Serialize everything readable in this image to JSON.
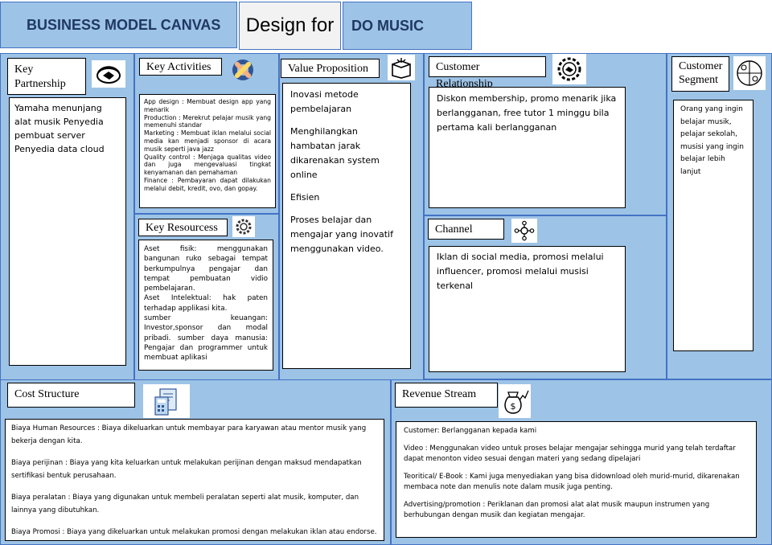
{
  "header": {
    "title": "BUSINESS MODEL CANVAS",
    "design_for": "Design for",
    "brand": "DO MUSIC"
  },
  "key_partnership": {
    "title": "Key Partnership",
    "body": "Yamaha menunjang alat musik Penyedia pembuat server Penyedia data cloud",
    "icon": "handshake-icon"
  },
  "key_activities": {
    "title": "Key Activities",
    "icon": "gear-wrench-icon",
    "items": [
      "App design : Membuat design app yang menarik",
      "Production : Merekrut pelajar musik yang memenuhi standar",
      "Marketing : Membuat iklan melalui social media kan menjadi sponsor di acara musik seperti java jazz",
      "Quality control : Menjaga qualitas video dan juga mengevaluasi tingkat kenyamanan dan pemahaman",
      "Finance : Pembayaran dapat dilakukan melalui debit, kredit, ovo, dan gopay."
    ]
  },
  "key_resources": {
    "title": "Key Resourcess",
    "icon": "settings-icon",
    "items": [
      "Aset fisik: menggunakan bangunan ruko sebagai tempat berkumpulnya pengajar dan tempat pembuatan vidio pembelajaran.",
      "Aset Intelektual: hak paten terhadap applikasi kita.",
      "sumber keuangan: Investor,sponsor dan modal pribadi. sumber daya manusia: Pengajar dan programmer untuk membuat aplikasi"
    ]
  },
  "value_proposition": {
    "title": "Value Proposition",
    "icon": "box-icon",
    "items": [
      "Inovasi metode pembelajaran",
      "Menghilangkan hambatan jarak dikarenakan system online",
      "Efisien",
      "Proses belajar dan mengajar yang inovatif menggunakan video."
    ]
  },
  "customer_relationship": {
    "title": "Customer Relationship",
    "icon": "gear-handshake-icon",
    "body": "Diskon membership, promo menarik jika berlangganan, free tutor 1 minggu bila pertama kali berlangganan"
  },
  "channel": {
    "title": "Channel",
    "icon": "network-icon",
    "body": "Iklan di social media, promosi melalui influencer, promosi melalui musisi terkenal"
  },
  "customer_segment": {
    "title": "Customer Segment",
    "icon": "target-user-icon",
    "body": "Orang yang ingin belajar musik, pelajar sekolah, musisi yang ingin belajar lebih lanjut"
  },
  "cost_structure": {
    "title": "Cost Structure",
    "icon": "calculator-invoice-icon",
    "items": [
      "Biaya Human Resources : Biaya dikeluarkan untuk membayar para karyawan atau mentor musik yang bekerja dengan kita.",
      "Biaya perijinan : Biaya yang kita keluarkan untuk melakukan perijinan dengan maksud mendapatkan sertifikasi bentuk perusahaan.",
      "Biaya peralatan : Biaya yang digunakan untuk membeli peralatan seperti alat musik, komputer, dan lainnya yang dibutuhkan.",
      "Biaya Promosi : Biaya yang dikeluarkan untuk melakukan promosi dengan melakukan iklan atau endorse."
    ]
  },
  "revenue_stream": {
    "title": "Revenue Stream",
    "icon": "money-bag-icon",
    "items": [
      "Customer: Berlangganan kepada kami",
      "Video : Menggunakan video untuk proses belajar mengajar sehingga murid yang telah terdaftar dapat menonton video sesuai dengan materi yang sedang dipelajari",
      "Teoritical/ E-Book : Kami juga menyediakan yang bisa didownload oleh murid-murid, dikarenakan membaca note dan menulis note dalam musik juga penting.",
      "Advertising/promotion : Periklanan dan promosi alat alat musik maupun instrumen yang berhubungan dengan musik dan kegiatan mengajar."
    ]
  }
}
